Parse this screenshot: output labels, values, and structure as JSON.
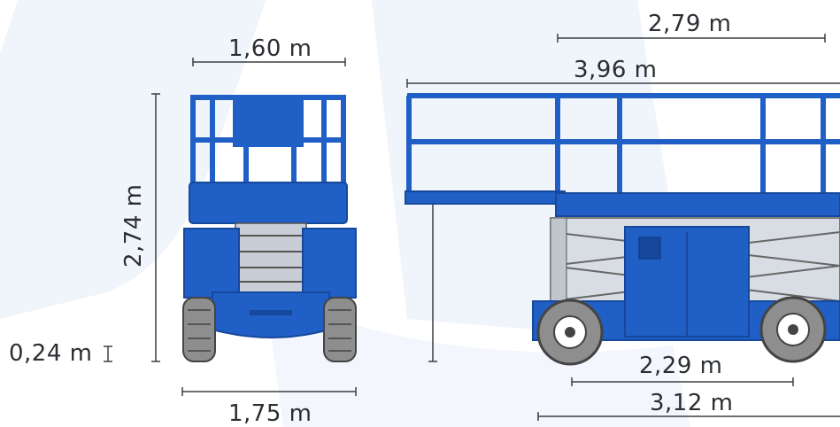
{
  "colors": {
    "machine_blue": "#1f5fc6",
    "machine_blue_dark": "#16489b",
    "tire_grey": "#8e8e8e",
    "scissor_silver": "#d8dde3",
    "dimension_line": "#3a3f44",
    "background_watermark": "#eef3fb"
  },
  "dimensions": {
    "front_platform_width": "1,60 m",
    "front_stowed_height": "2,74 m",
    "front_ground_clearance": "0,24 m",
    "front_overall_width": "1,75 m",
    "side_extension_deck": "2,79 m",
    "side_platform_length": "3,96 m",
    "side_wheelbase": "2,29 m",
    "side_overall_length": "3,12 m"
  }
}
